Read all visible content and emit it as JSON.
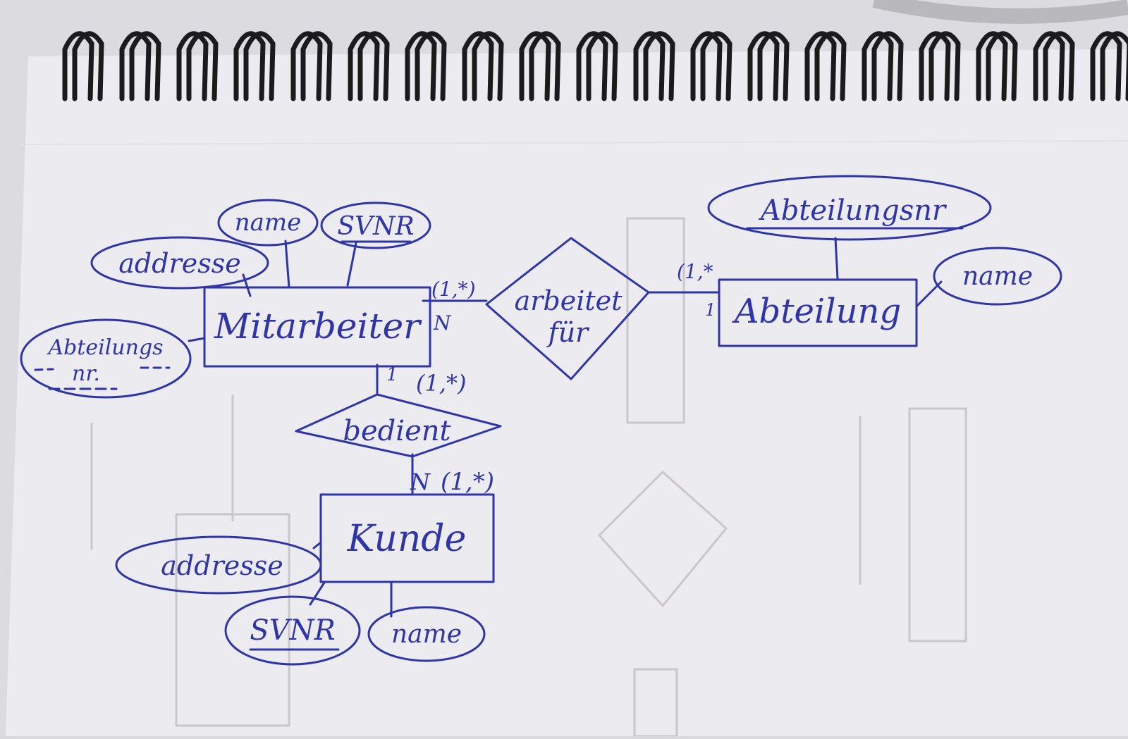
{
  "diagram": {
    "entities": {
      "mitarbeiter": "Mitarbeiter",
      "abteilung": "Abteilung",
      "kunde": "Kunde"
    },
    "relationships": {
      "arbeitet_fuer_line1": "arbeitet",
      "arbeitet_fuer_line2": "für",
      "bedient": "bedient"
    },
    "attributes": {
      "mitarbeiter_name": "name",
      "mitarbeiter_svnr": "SVNR",
      "mitarbeiter_adresse": "addresse",
      "mitarbeiter_abteilungsnr_line1": "Abteilungs",
      "mitarbeiter_abteilungsnr_line2": "nr.",
      "abteilung_abteilungsnr": "Abteilungsnr",
      "abteilung_name": "name",
      "kunde_adresse": "addresse",
      "kunde_svnr": "SVNR",
      "kunde_name": "name"
    },
    "cardinalities": {
      "mitarbeiter_arbeitet_minmax": "(1,*)",
      "mitarbeiter_arbeitet_n": "N",
      "abteilung_arbeitet_minmax": "(1,*",
      "abteilung_arbeitet_one": "1",
      "mitarbeiter_bedient_one": "1",
      "mitarbeiter_bedient_minmax": "(1,*)",
      "kunde_bedient_n": "N",
      "kunde_bedient_minmax": "(1,*)"
    }
  },
  "colors": {
    "ink": "#2f35a6",
    "paper": "#f1f1f4",
    "spiral": "#1b1b1d"
  }
}
